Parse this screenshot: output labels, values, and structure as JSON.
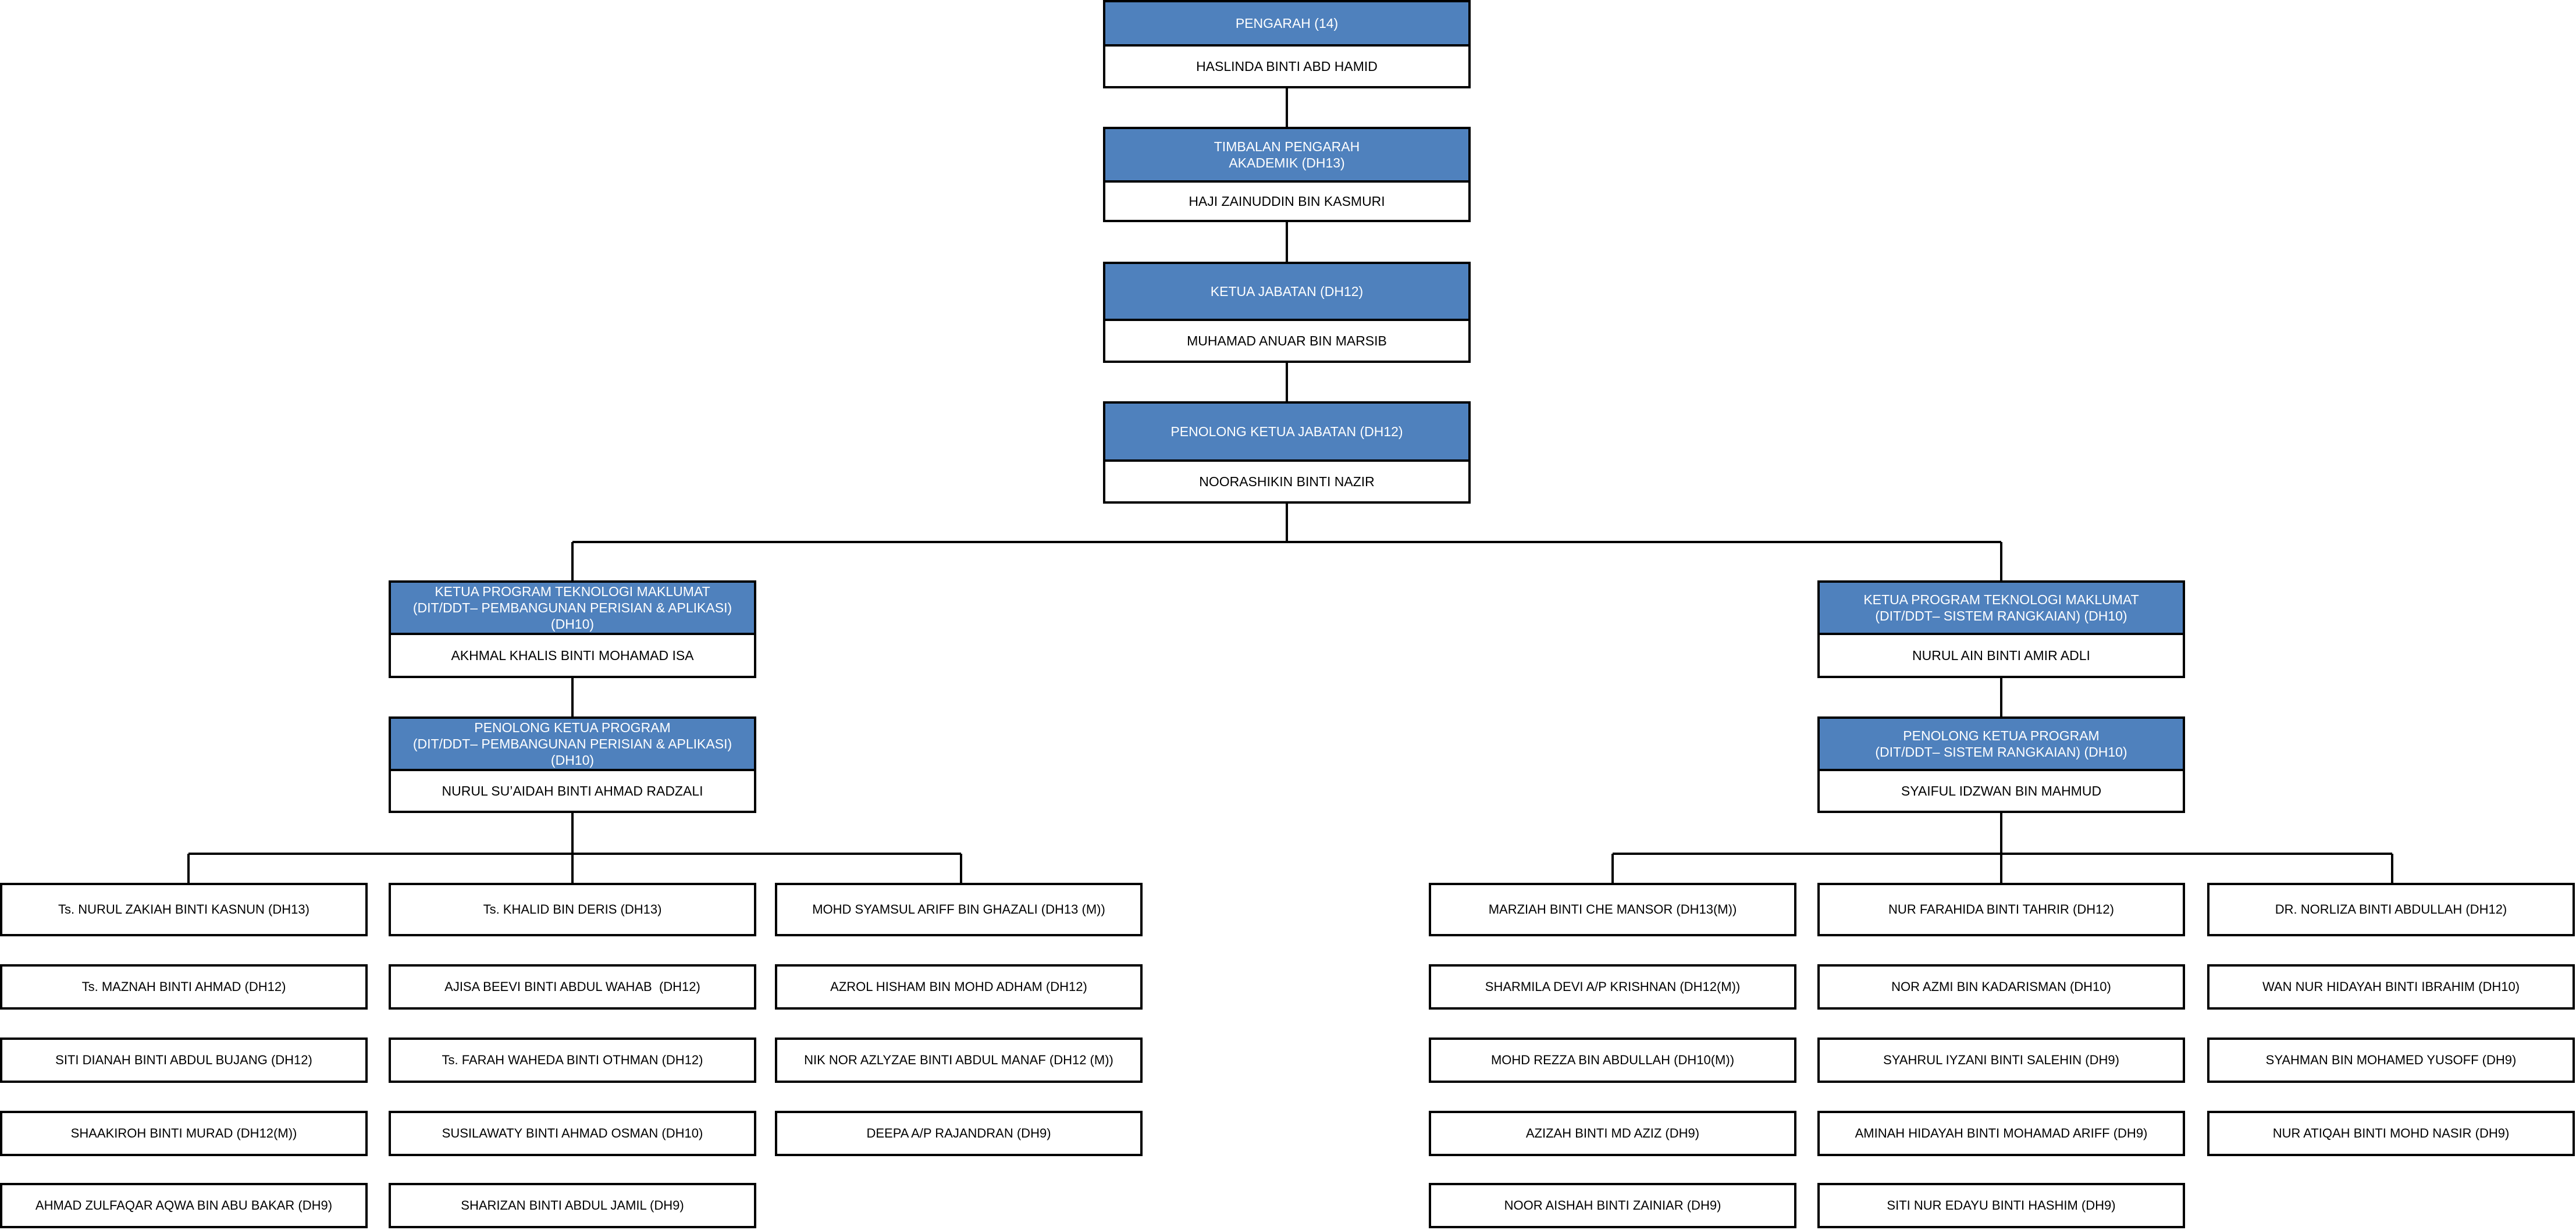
{
  "chain": [
    {
      "title": "PENGARAH (14)",
      "name": "HASLINDA BINTI ABD HAMID"
    },
    {
      "title": "TIMBALAN PENGARAH\nAKADEMIK (DH13)",
      "name": "HAJI ZAINUDDIN BIN KASMURI"
    },
    {
      "title": "KETUA JABATAN (DH12)",
      "name": "MUHAMAD ANUAR BIN MARSIB"
    },
    {
      "title": "PENOLONG KETUA JABATAN (DH12)",
      "name": "NOORASHIKIN BINTI NAZIR"
    }
  ],
  "left_branch": {
    "head": {
      "title": "KETUA PROGRAM TEKNOLOGI MAKLUMAT\n(DIT/DDT– PEMBANGUNAN PERISIAN & APLIKASI)\n(DH10)",
      "name": "AKHMAL KHALIS BINTI MOHAMAD ISA"
    },
    "assistant": {
      "title": "PENOLONG KETUA PROGRAM\n(DIT/DDT– PEMBANGUNAN PERISIAN & APLIKASI)\n(DH10)",
      "name": "NURUL SU’AIDAH BINTI AHMAD RADZALI"
    },
    "columns": [
      [
        "Ts. NURUL ZAKIAH BINTI KASNUN (DH13)",
        "Ts. MAZNAH BINTI AHMAD (DH12)",
        "SITI DIANAH BINTI ABDUL BUJANG (DH12)",
        "SHAAKIROH BINTI MURAD (DH12(M))",
        "AHMAD ZULFAQAR AQWA BIN ABU BAKAR (DH9)"
      ],
      [
        "Ts. KHALID BIN DERIS (DH13)",
        "AJISA BEEVI BINTI ABDUL WAHAB  (DH12)",
        "Ts. FARAH WAHEDA BINTI OTHMAN (DH12)",
        "SUSILAWATY BINTI AHMAD OSMAN (DH10)",
        "SHARIZAN BINTI ABDUL JAMIL (DH9)"
      ],
      [
        "MOHD SYAMSUL ARIFF BIN GHAZALI (DH13 (M))",
        "AZROL HISHAM BIN MOHD ADHAM (DH12)",
        "NIK NOR AZLYZAE BINTI ABDUL MANAF (DH12 (M))",
        "DEEPA A/P RAJANDRAN (DH9)"
      ]
    ]
  },
  "right_branch": {
    "head": {
      "title": "KETUA PROGRAM TEKNOLOGI MAKLUMAT\n(DIT/DDT– SISTEM RANGKAIAN) (DH10)",
      "name": "NURUL AIN BINTI AMIR ADLI"
    },
    "assistant": {
      "title": "PENOLONG KETUA PROGRAM\n(DIT/DDT– SISTEM RANGKAIAN) (DH10)",
      "name": "SYAIFUL IDZWAN BIN MAHMUD"
    },
    "columns": [
      [
        "MARZIAH BINTI CHE MANSOR (DH13(M))",
        "SHARMILA DEVI A/P KRISHNAN (DH12(M))",
        "MOHD REZZA BIN ABDULLAH (DH10(M))",
        "AZIZAH BINTI MD AZIZ (DH9)",
        "NOOR AISHAH BINTI ZAINIAR (DH9)"
      ],
      [
        "NUR FARAHIDA BINTI TAHRIR (DH12)",
        "NOR AZMI BIN KADARISMAN (DH10)",
        "SYAHRUL IYZANI BINTI SALEHIN (DH9)",
        "AMINAH HIDAYAH BINTI MOHAMAD ARIFF (DH9)",
        "SITI NUR EDAYU BINTI HASHIM (DH9)"
      ],
      [
        "DR. NORLIZA BINTI ABDULLAH (DH12)",
        "WAN NUR HIDAYAH BINTI IBRAHIM (DH10)",
        "SYAHMAN BIN MOHAMED YUSOFF (DH9)",
        "NUR ATIQAH BINTI MOHD NASIR (DH9)"
      ]
    ]
  },
  "colors": {
    "header": "#4f81bd",
    "line": "#000000"
  }
}
